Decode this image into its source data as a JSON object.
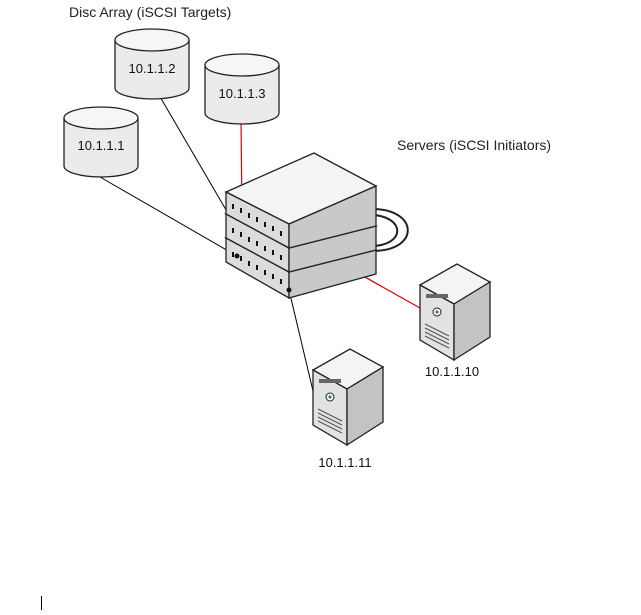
{
  "labels": {
    "targets_group": "Disc Array (iSCSI Targets)",
    "initiators_group": "Servers (iSCSI Initiators)"
  },
  "targets": [
    {
      "ip": "10.1.1.1"
    },
    {
      "ip": "10.1.1.2"
    },
    {
      "ip": "10.1.1.3"
    }
  ],
  "servers": [
    {
      "ip": "10.1.1.10"
    },
    {
      "ip": "10.1.1.11"
    }
  ],
  "colors": {
    "link_default": "#000000",
    "link_highlight": "#e00000",
    "device_fill": "#ececec",
    "device_shade": "#d0d0d0",
    "outline": "#2a2a2a"
  }
}
